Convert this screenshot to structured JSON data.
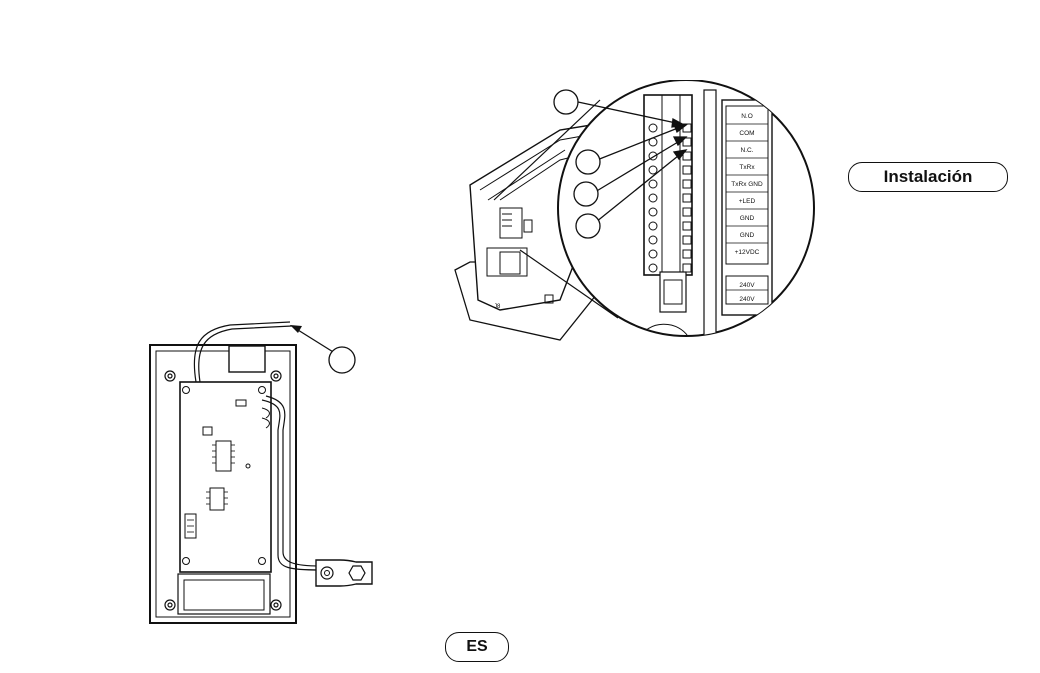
{
  "section_label": "Instalación",
  "language_label": "ES",
  "terminal_labels": [
    "N.O",
    "COM",
    "N.C.",
    "TxRx",
    "TxRx GND",
    "+LED",
    "GND",
    "GND",
    "+12VDC"
  ],
  "power_labels": [
    "240V",
    "240V"
  ],
  "connector_label": "J8"
}
